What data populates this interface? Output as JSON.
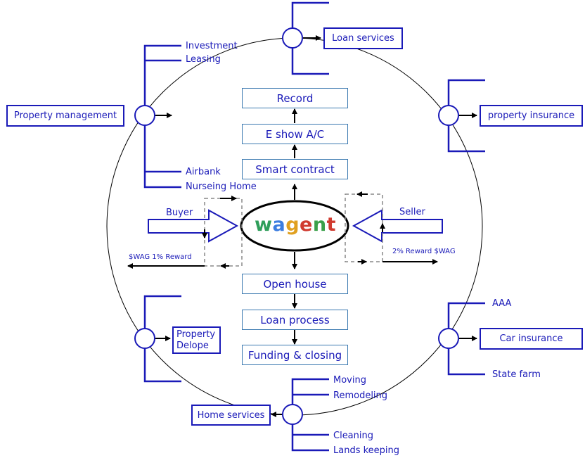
{
  "colors": {
    "line": "#1a1ab8",
    "box_border": "#3b79b0",
    "arrow": "#000000",
    "dashed": "#888888"
  },
  "logo": {
    "text": "wagent",
    "letters": [
      {
        "ch": "w",
        "color": "#2f9e5a"
      },
      {
        "ch": "a",
        "color": "#3b7de0"
      },
      {
        "ch": "g",
        "color": "#e0a020"
      },
      {
        "ch": "e",
        "color": "#d03a2f"
      },
      {
        "ch": "n",
        "color": "#3aa04a"
      },
      {
        "ch": "t",
        "color": "#d03a2f"
      }
    ]
  },
  "flow_up": [
    "Record",
    "E show  A/C",
    "Smart contract"
  ],
  "flow_down": [
    "Open house",
    "Loan process",
    "Funding & closing"
  ],
  "buyer": {
    "label": "Buyer",
    "reward": "$WAG 1% Reward"
  },
  "seller": {
    "label": "Seller",
    "reward": "2% Reward $WAG"
  },
  "property_management": {
    "label": "Property management",
    "items_top": [
      "Investment",
      "Leasing"
    ],
    "items_bottom": [
      "Airbank",
      "Nurseing Home"
    ]
  },
  "loan_services": {
    "label": "Loan services"
  },
  "property_insurance": {
    "label": "property insurance"
  },
  "property_develope": {
    "label_line1": "Property",
    "label_line2": "Delope"
  },
  "car_insurance": {
    "label": "Car insurance",
    "items": [
      "AAA",
      "State farm"
    ]
  },
  "home_services": {
    "label": "Home services",
    "items_top": [
      "Moving",
      "Remodeling"
    ],
    "items_bottom": [
      "Cleaning",
      "Lands keeping"
    ]
  }
}
